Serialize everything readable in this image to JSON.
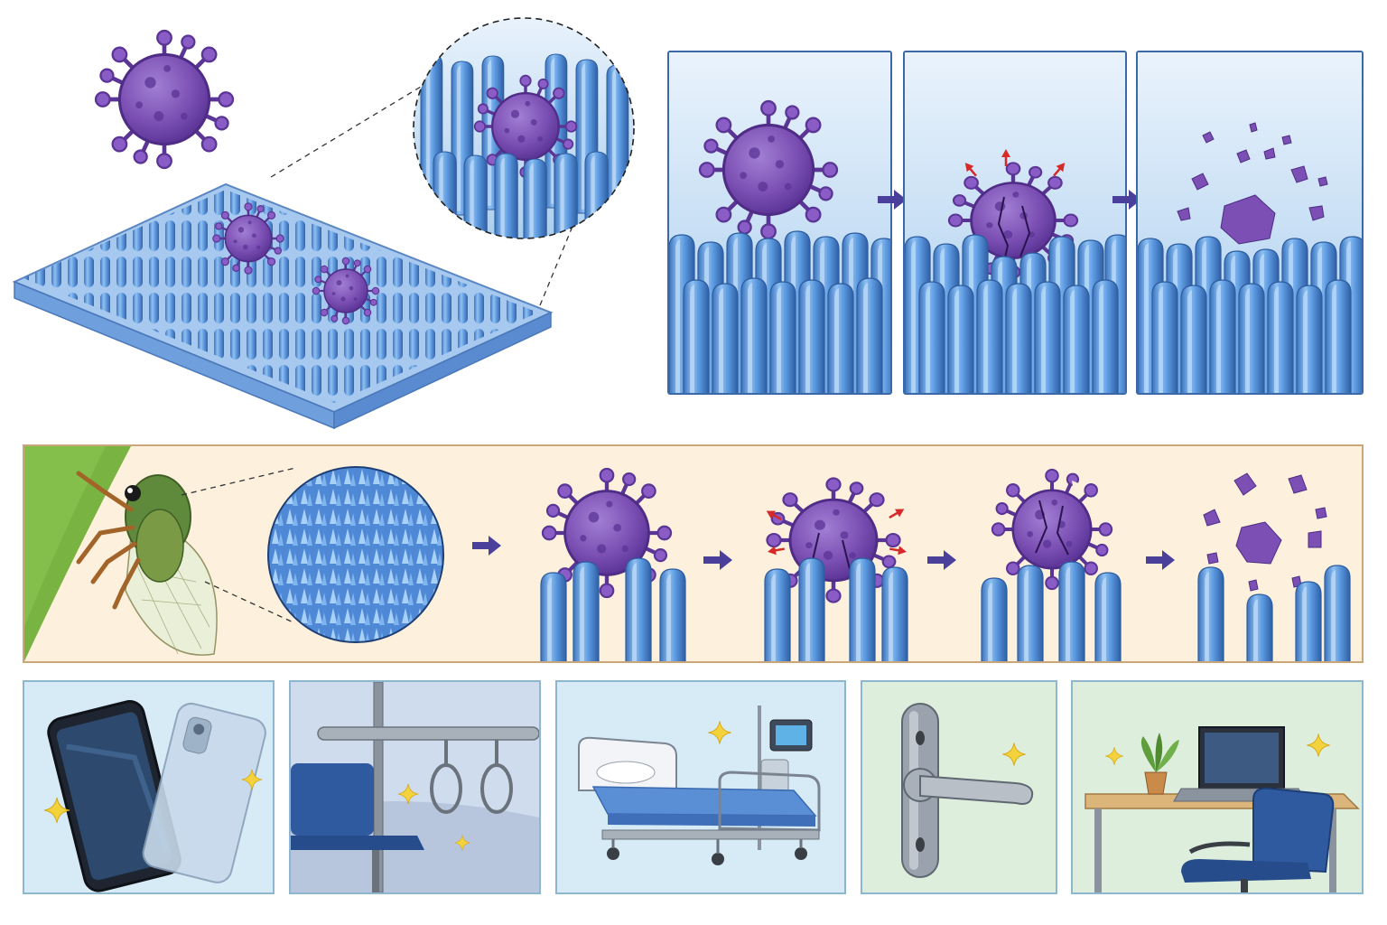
{
  "colors": {
    "virus": "#7b4fb3",
    "virus_dark": "#4f2d86",
    "virus_light": "#a27fd4",
    "pillar": "#5d9ae0",
    "pillar_light": "#b9d8f7",
    "pillar_dark": "#3266ae",
    "arrow": "#4b3f9c",
    "force_arrow": "#d62a2a",
    "sparkle": "#f3d23b",
    "leaf": "#79b341",
    "strip_bg": "#fdf1dd",
    "app_bg": "#d7ebf6",
    "app_bg_green": "#deeedd"
  },
  "icons": {
    "virus": "virus-icon",
    "process_arrow": "arrow-right-icon",
    "force_arrow": "force-arrow-icon",
    "sparkle": "sparkle-icon",
    "magnifier": "zoom-circle"
  },
  "sequences": {
    "top_steps": [
      "intact",
      "stretched",
      "ruptured"
    ],
    "bio_steps": [
      "contact",
      "stretched",
      "cracking",
      "fragmented"
    ]
  },
  "applications": [
    "phone-and-case",
    "transit-handles",
    "hospital-bed",
    "door-handle",
    "office-desk"
  ]
}
